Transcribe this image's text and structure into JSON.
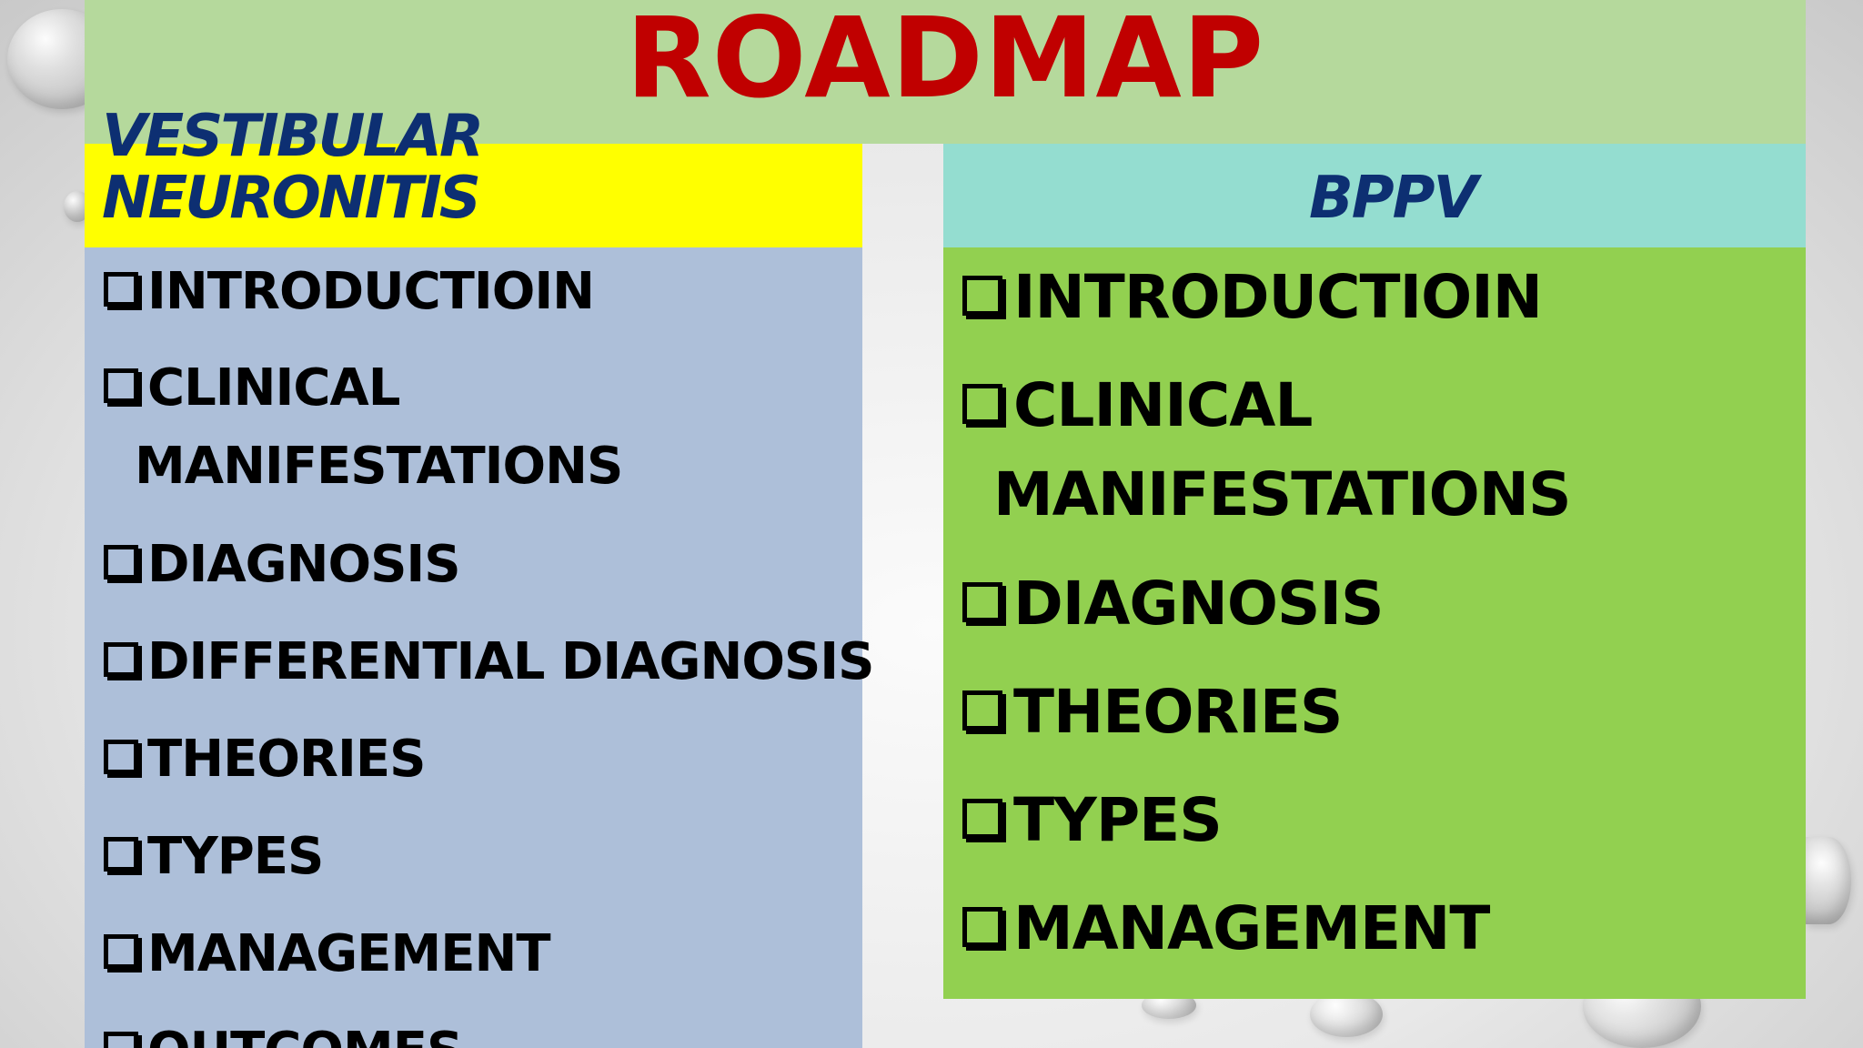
{
  "slide": {
    "title": "ROADMAP",
    "left_column": {
      "header": "VESTIBULAR\nNEURONITIS",
      "items": [
        {
          "lines": [
            "INTRODUCTIOIN"
          ]
        },
        {
          "lines": [
            "CLINICAL",
            "MANIFESTATIONS"
          ]
        },
        {
          "lines": [
            "DIAGNOSIS"
          ]
        },
        {
          "lines": [
            "DIFFERENTIAL DIAGNOSIS"
          ]
        },
        {
          "lines": [
            "THEORIES"
          ]
        },
        {
          "lines": [
            "TYPES"
          ]
        },
        {
          "lines": [
            "MANAGEMENT"
          ]
        },
        {
          "lines": [
            "OUTCOMES"
          ]
        }
      ]
    },
    "right_column": {
      "header": "BPPV",
      "items": [
        {
          "lines": [
            "INTRODUCTIOIN"
          ]
        },
        {
          "lines": [
            "CLINICAL",
            "MANIFESTATIONS"
          ]
        },
        {
          "lines": [
            "DIAGNOSIS"
          ]
        },
        {
          "lines": [
            "THEORIES"
          ]
        },
        {
          "lines": [
            "TYPES"
          ]
        },
        {
          "lines": [
            "MANAGEMENT"
          ]
        }
      ]
    },
    "colors": {
      "title_band": "#b5d99c",
      "title_text": "#c00000",
      "left_header_bg": "#ffff00",
      "left_body_bg": "#adbfd9",
      "right_header_bg": "#94ddd0",
      "right_body_bg": "#92d050",
      "header_text": "#0d2f72"
    },
    "bullet_icon": "hollow-square-bullet-icon"
  }
}
